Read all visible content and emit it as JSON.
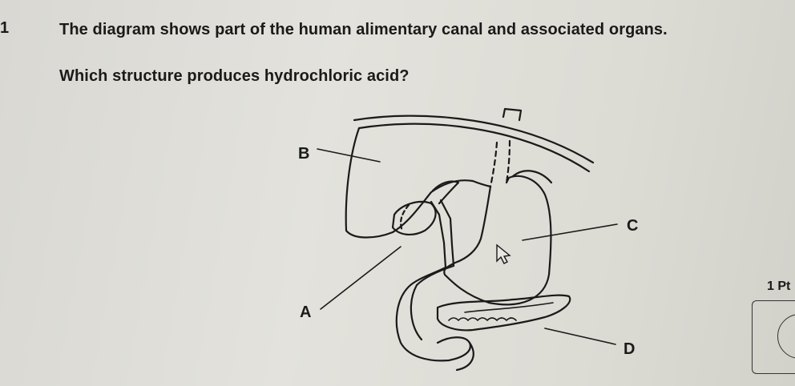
{
  "question": {
    "number": "1",
    "text_line1": "The diagram shows part of the human alimentary canal and associated organs.",
    "text_line2": "Which structure produces hydrochloric acid?"
  },
  "diagram": {
    "labels": {
      "a": "A",
      "b": "B",
      "c": "C",
      "d": "D"
    }
  },
  "marks": "1 Pt"
}
